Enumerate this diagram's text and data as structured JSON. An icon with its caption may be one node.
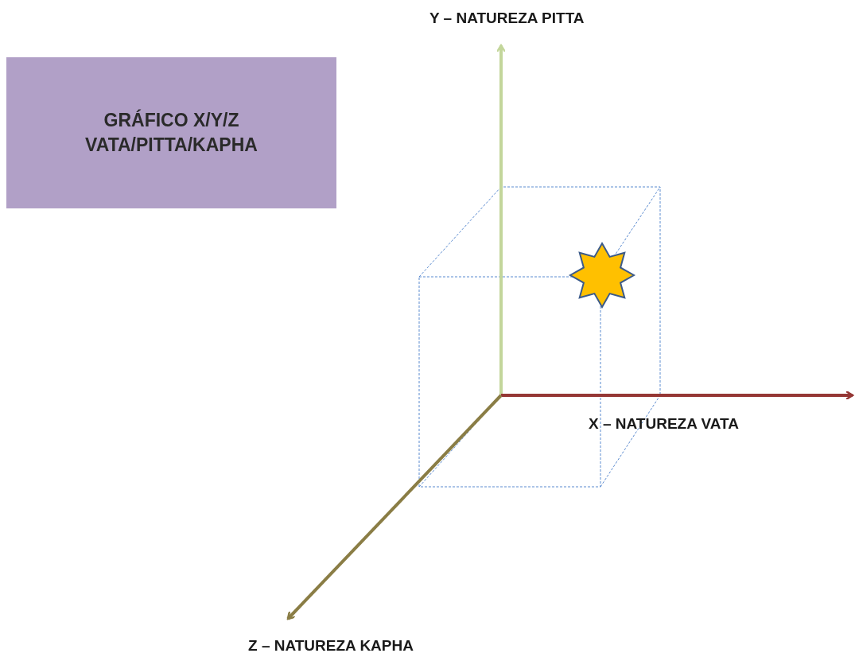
{
  "diagram": {
    "nodes": [
      {
        "text": [
          "GRÁFICO X/Y/Z VATA/PITTA/KAPHA"
        ]
      }
    ],
    "labels": [
      "Y – NATUREZA PITTA",
      "X – NATUREZA VATA",
      "Z – NATUREZA KAPHA"
    ]
  }
}
